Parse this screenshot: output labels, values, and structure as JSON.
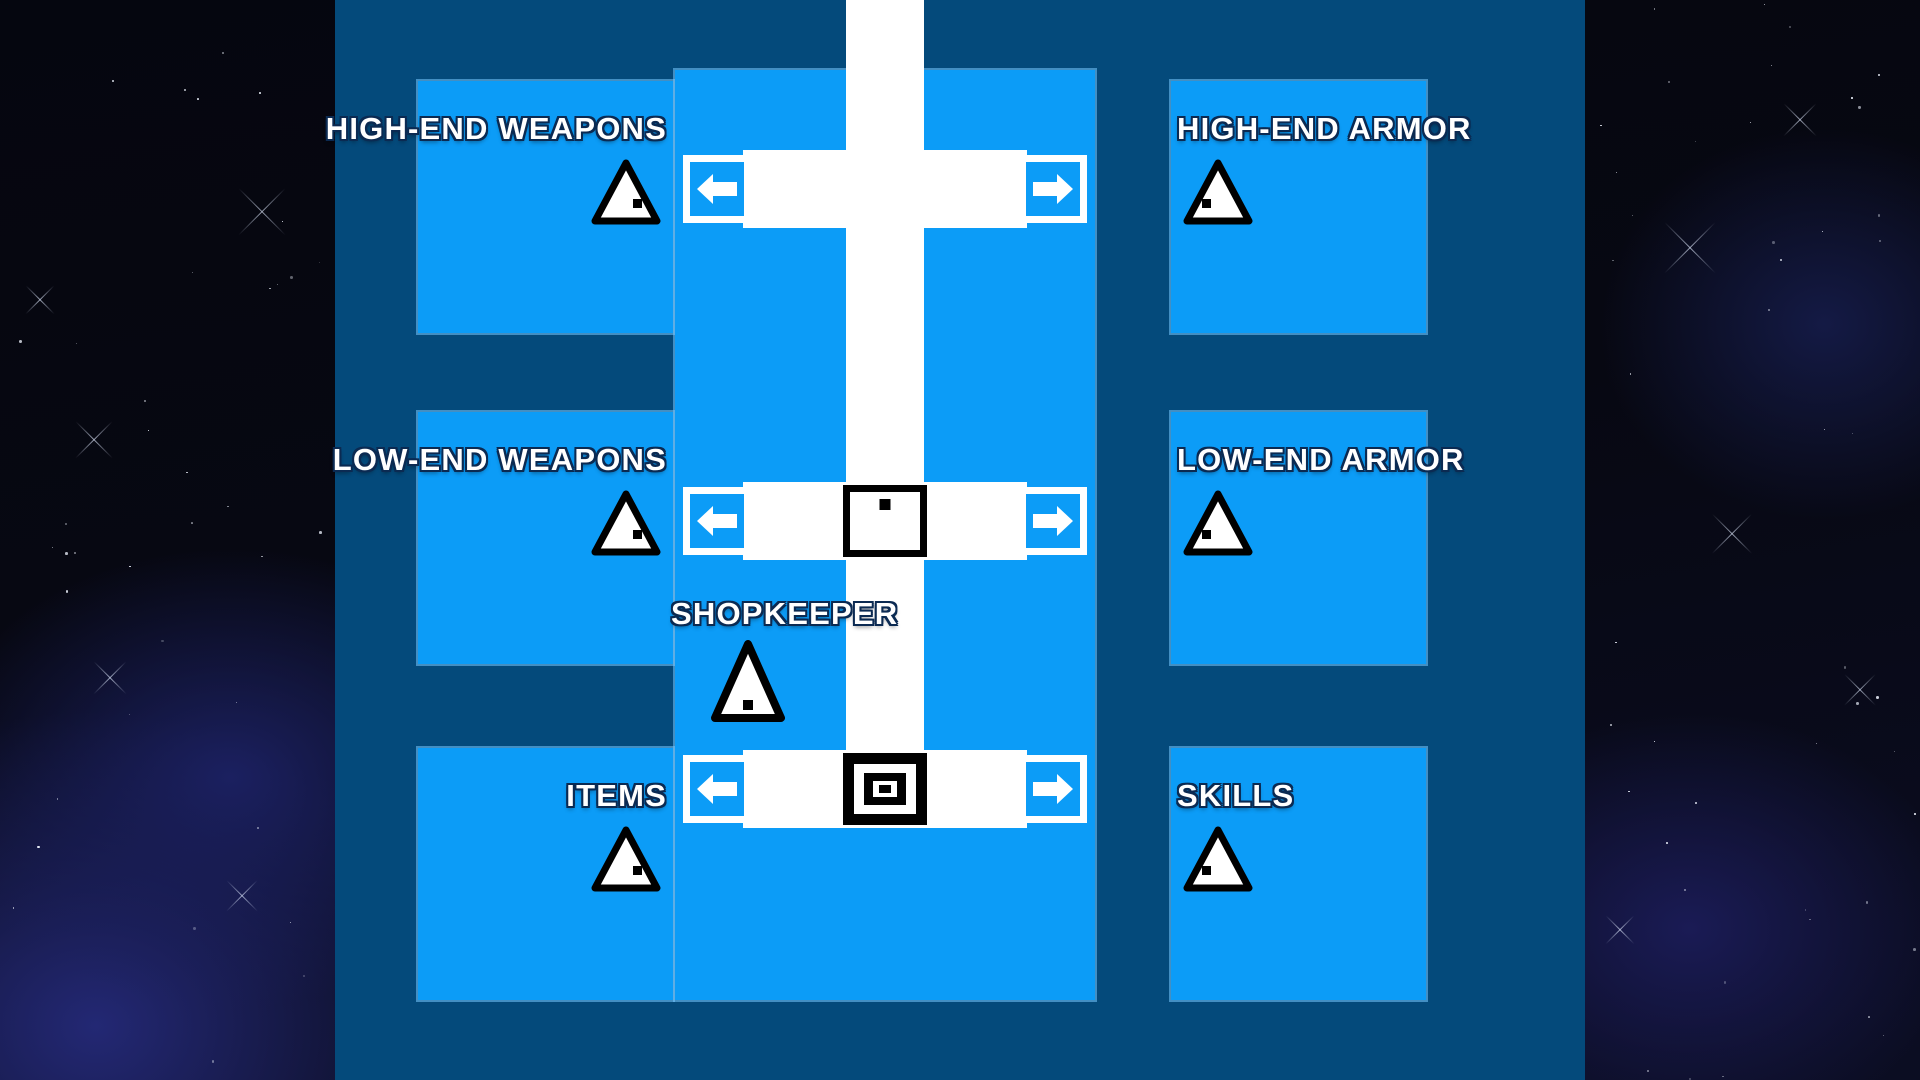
{
  "screen": {
    "name": "shop-menu",
    "background_kind": "starfield",
    "frame_color": "#044a7b",
    "panel_color": "#0c9cf7",
    "bar_color": "#ffffff",
    "label_color": "#ffffff",
    "label_outline_color": "#0b2a52"
  },
  "panels": [
    {
      "id": "high-end-weapons",
      "label": "HIGH-END WEAPONS",
      "side": "left",
      "row": 1,
      "npc_icon": "triangle-npc-icon"
    },
    {
      "id": "high-end-armor",
      "label": "HIGH-END ARMOR",
      "side": "right",
      "row": 1,
      "npc_icon": "triangle-npc-icon"
    },
    {
      "id": "low-end-weapons",
      "label": "LOW-END WEAPONS",
      "side": "left",
      "row": 2,
      "npc_icon": "triangle-npc-icon"
    },
    {
      "id": "low-end-armor",
      "label": "LOW-END ARMOR",
      "side": "right",
      "row": 2,
      "npc_icon": "triangle-npc-icon"
    },
    {
      "id": "items",
      "label": "ITEMS",
      "side": "left",
      "row": 3,
      "npc_icon": "triangle-npc-icon"
    },
    {
      "id": "skills",
      "label": "SKILLS",
      "side": "right",
      "row": 3,
      "npc_icon": "triangle-npc-icon"
    }
  ],
  "center": {
    "shopkeeper_label": "SHOPKEEPER",
    "shopkeeper_icon": "triangle-npc-icon",
    "rows": [
      {
        "id": "row-1",
        "left_arrow": "left-arrow-icon",
        "right_arrow": "right-arrow-icon",
        "center_icon": "none"
      },
      {
        "id": "row-2",
        "left_arrow": "left-arrow-icon",
        "right_arrow": "right-arrow-icon",
        "center_icon": "square-outline-icon"
      },
      {
        "id": "row-3",
        "left_arrow": "left-arrow-icon",
        "right_arrow": "right-arrow-icon",
        "center_icon": "nested-square-icon"
      }
    ]
  }
}
